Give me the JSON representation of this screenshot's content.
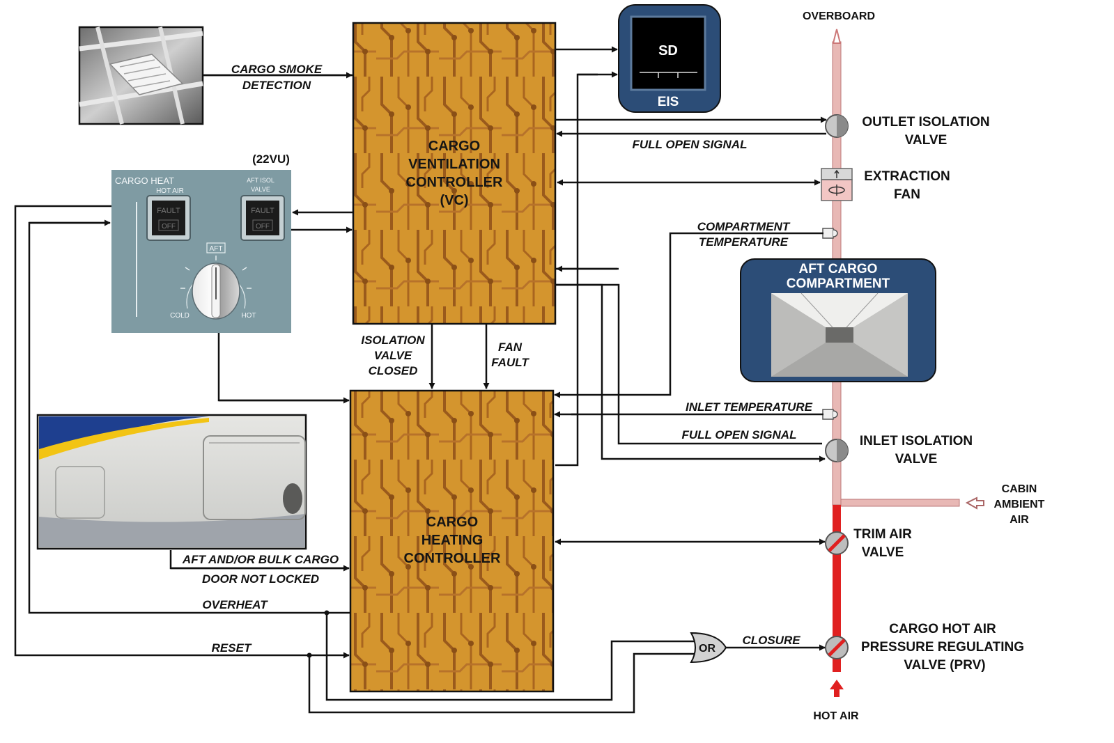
{
  "controllers": {
    "ventilation": [
      "CARGO",
      "VENTILATION",
      "CONTROLLER",
      "(VC)"
    ],
    "heating": [
      "CARGO",
      "HEATING",
      "CONTROLLER"
    ]
  },
  "eis": {
    "screen": "SD",
    "label": "EIS"
  },
  "smoke_detection": [
    "CARGO SMOKE",
    "DETECTION"
  ],
  "panel": {
    "id": "(22VU)",
    "title": "CARGO HEAT",
    "hot_air": "HOT AIR",
    "aft_isol": [
      "AFT ISOL",
      "VALVE"
    ],
    "fault": "FAULT",
    "off": "OFF",
    "knob_label": "AFT",
    "cold": "COLD",
    "hot": "HOT"
  },
  "signals": {
    "full_open_top": "FULL OPEN SIGNAL",
    "compartment_temp": [
      "COMPARTMENT",
      "TEMPERATURE"
    ],
    "isolation_valve_closed": [
      "ISOLATION",
      "VALVE",
      "CLOSED"
    ],
    "fan_fault": [
      "FAN",
      "FAULT"
    ],
    "inlet_temp": "INLET TEMPERATURE",
    "full_open_bottom": "FULL OPEN SIGNAL",
    "door": [
      "AFT AND/OR BULK CARGO",
      "DOOR NOT LOCKED"
    ],
    "overheat": "OVERHEAT",
    "reset": "RESET",
    "closure": "CLOSURE",
    "or_gate": "OR"
  },
  "components": {
    "overboard": "OVERBOARD",
    "outlet_valve": [
      "OUTLET ISOLATION",
      "VALVE"
    ],
    "extraction_fan": [
      "EXTRACTION",
      "FAN"
    ],
    "compartment": [
      "AFT CARGO",
      "COMPARTMENT"
    ],
    "inlet_valve": [
      "INLET ISOLATION",
      "VALVE"
    ],
    "cabin_air": [
      "CABIN",
      "AMBIENT",
      "AIR"
    ],
    "trim_valve": [
      "TRIM AIR",
      "VALVE"
    ],
    "prv": [
      "CARGO HOT AIR",
      "PRESSURE REGULATING",
      "VALVE (PRV)"
    ],
    "hot_air": "HOT AIR"
  },
  "colors": {
    "controller_fill": "#d4952e",
    "trace": "#9a5a1c",
    "eis_blue": "#2c4d77",
    "panel": "#7f9ba3",
    "duct": "#e8b8b5",
    "hot_duct": "#e02020"
  }
}
